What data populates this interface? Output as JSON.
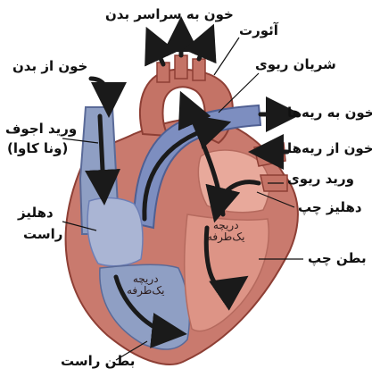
{
  "labels": {
    "blood_to_body": "خون به سراسر بدن",
    "aorta": "آئورت",
    "blood_from_body": "خون از بدن",
    "pulmonary_artery": "شریان ریوی",
    "blood_to_lungs": "خون به ریه‌ها",
    "vena_cava_line1": "ورید اجوف",
    "vena_cava_line2": "(ونا کاوا)",
    "blood_from_lungs": "خون از ریه‌ها",
    "pulmonary_vein": "ورید ریوی",
    "left_atrium": "دهلیز چپ",
    "right_atrium_line1": "دهلیز",
    "right_atrium_line2": "راست",
    "left_valve_line1": "دریچه",
    "left_valve_line2": "یک‌طرفه",
    "left_ventricle": "بطن چپ",
    "right_valve_line1": "دریچه",
    "right_valve_line2": "یک‌طرفه",
    "right_ventricle": "بطن راست"
  },
  "colors": {
    "muscle": "#c97a6e",
    "muscle_dark": "#8e3f35",
    "chamber_left": "#e8a99b",
    "chamber_right": "#8f9fc4",
    "vein_blue": "#6d7fb6",
    "arrow": "#1a1a1a"
  }
}
